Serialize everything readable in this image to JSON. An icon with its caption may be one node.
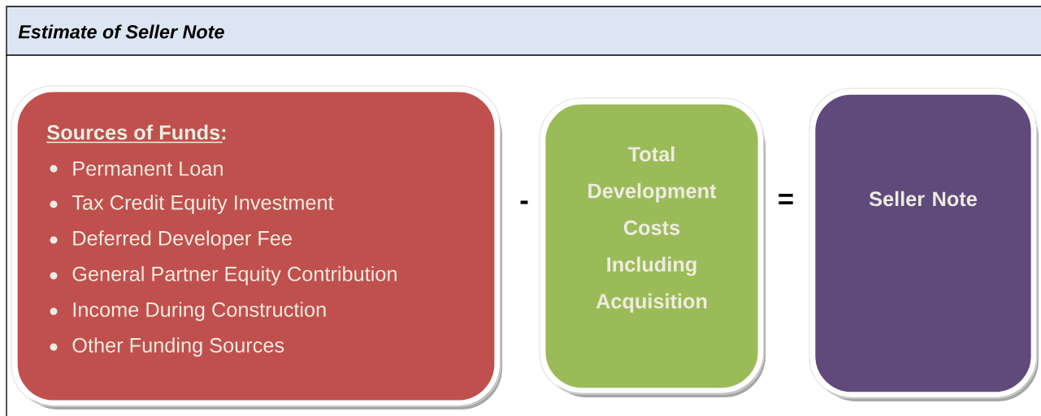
{
  "diagram": {
    "title": "Estimate of Seller Note",
    "nodes": [
      {
        "text": [
          "Sources of Funds:",
          "Permanent Loan",
          "Tax Credit Equity Investment",
          "Deferred Developer Fee",
          "General Partner Equity Contribution",
          "Income During Construction",
          "Other Funding Sources"
        ]
      },
      {
        "text": [
          "Total Development Costs Including Acquisition"
        ]
      },
      {
        "text": [
          "Seller Note"
        ]
      }
    ],
    "labels": [
      "-",
      "="
    ]
  }
}
